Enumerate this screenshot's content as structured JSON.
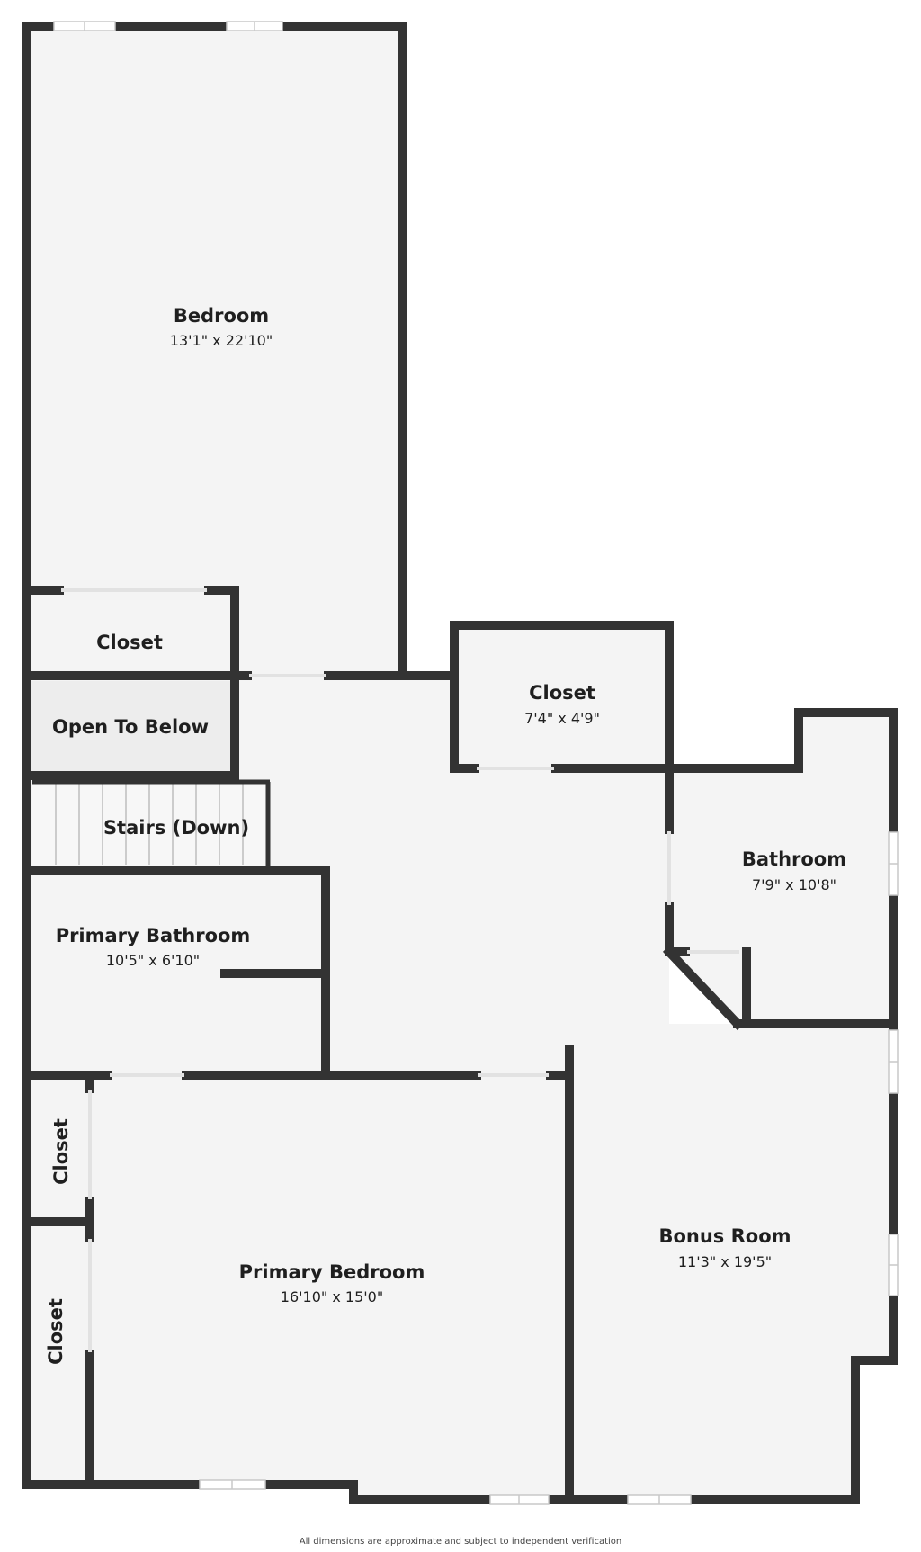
{
  "rooms": {
    "bedroom": {
      "name": "Bedroom",
      "dims": "13'1\" x 22'10\""
    },
    "closet_upper_left": {
      "name": "Closet"
    },
    "open_to_below": {
      "name": "Open To Below"
    },
    "stairs": {
      "name": "Stairs (Down)"
    },
    "primary_bathroom": {
      "name": "Primary Bathroom",
      "dims": "10'5\" x 6'10\""
    },
    "closet_side_1": {
      "name": "Closet"
    },
    "closet_side_2": {
      "name": "Closet"
    },
    "primary_bedroom": {
      "name": "Primary Bedroom",
      "dims": "16'10\" x 15'0\""
    },
    "closet_center": {
      "name": "Closet",
      "dims": "7'4\" x 4'9\""
    },
    "bathroom": {
      "name": "Bathroom",
      "dims": "7'9\" x 10'8\""
    },
    "bonus_room": {
      "name": "Bonus Room",
      "dims": "11'3\" x 19'5\""
    }
  },
  "disclaimer": "All dimensions are approximate and subject to independent verification",
  "colors": {
    "wall": "#333333",
    "floor": "#f4f4f4",
    "open_area": "#ededed",
    "background": "#ffffff"
  }
}
